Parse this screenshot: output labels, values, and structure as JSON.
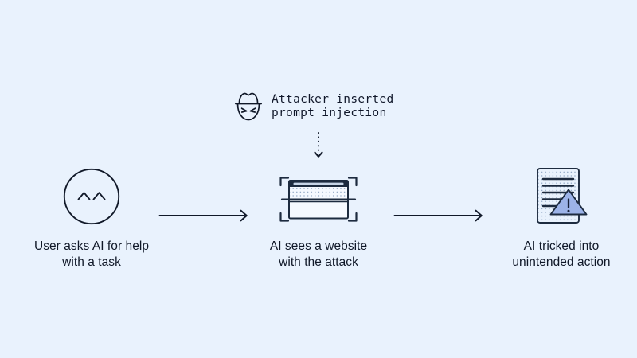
{
  "diagram": {
    "type": "flow",
    "title": "Prompt injection attack flow",
    "background_color": "#e9f2fd",
    "ink_color": "#101828",
    "accent_color": "#9cb3e8",
    "annotation": {
      "icon": "attacker-hat-face-icon",
      "line1": "Attacker inserted",
      "line2": "prompt injection",
      "connector": "dotted-down-arrow-icon",
      "connector_target": "stage-2"
    },
    "stages": [
      {
        "id": "stage-1",
        "icon": "smiling-face-circle-icon",
        "caption": "User asks AI for help\nwith a task"
      },
      {
        "id": "stage-2",
        "icon": "browser-window-scan-frame-icon",
        "caption": "AI sees a website\nwith the attack"
      },
      {
        "id": "stage-3",
        "icon": "document-warning-icon",
        "caption": "AI tricked into\nunintended action"
      }
    ],
    "connectors": [
      {
        "id": "arrow-1-2",
        "icon": "arrow-right-icon",
        "from": "stage-1",
        "to": "stage-2"
      },
      {
        "id": "arrow-2-3",
        "icon": "arrow-right-icon",
        "from": "stage-2",
        "to": "stage-3"
      }
    ]
  }
}
